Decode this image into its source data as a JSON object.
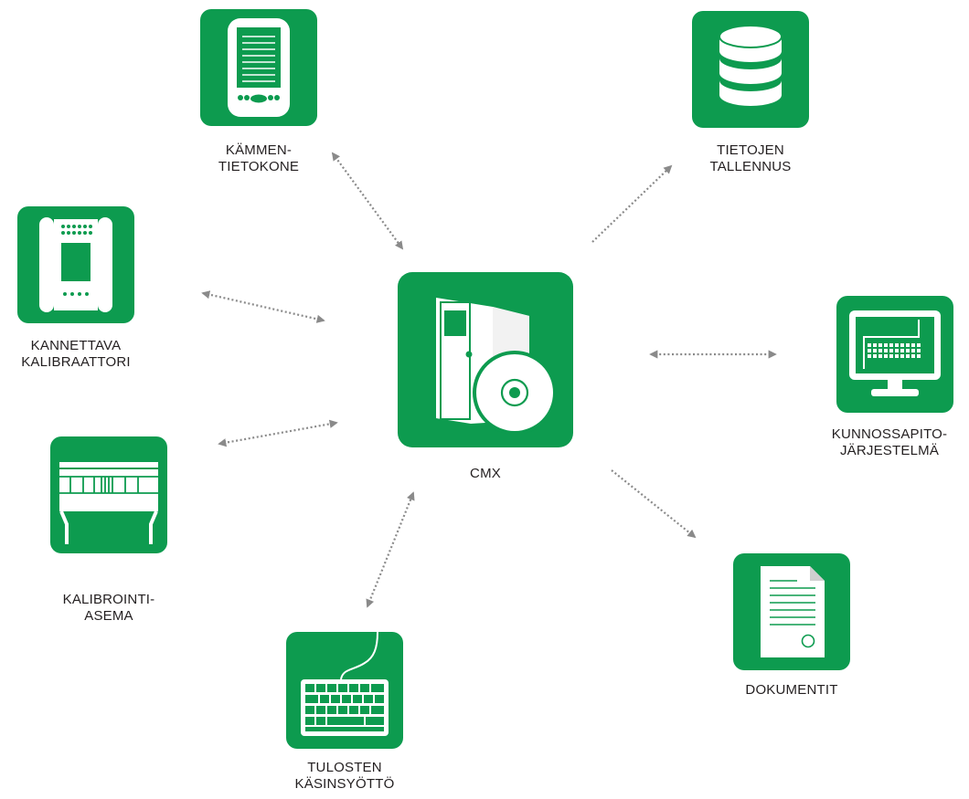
{
  "accent_color": "#0d9b4f",
  "arrow_color": "#8a8a8a",
  "hub": {
    "label": "CMX",
    "icon": "server-with-disc-icon"
  },
  "nodes": [
    {
      "id": "handheld",
      "lines": [
        "KÄMMEN-",
        "TIETOKONE"
      ],
      "icon": "handheld-computer-icon",
      "direction": "bidirectional"
    },
    {
      "id": "storage",
      "lines": [
        "TIETOJEN",
        "TALLENNUS"
      ],
      "icon": "database-icon",
      "direction": "from-hub"
    },
    {
      "id": "calibrator",
      "lines": [
        "KANNETTAVA",
        "KALIBRAATTORI"
      ],
      "icon": "portable-calibrator-icon",
      "direction": "bidirectional"
    },
    {
      "id": "maintenance",
      "lines": [
        "KUNNOSSAPITO-",
        "JÄRJESTELMÄ"
      ],
      "icon": "monitor-icon",
      "direction": "bidirectional"
    },
    {
      "id": "station",
      "lines": [
        "KALIBROINTI-",
        "ASEMA"
      ],
      "icon": "calibration-station-icon",
      "direction": "bidirectional"
    },
    {
      "id": "documents",
      "lines": [
        "DOKUMENTIT"
      ],
      "icon": "document-icon",
      "direction": "from-hub"
    },
    {
      "id": "keyboard",
      "lines": [
        "TULOSTEN",
        "KÄSINSYÖTTÖ"
      ],
      "icon": "keyboard-icon",
      "direction": "bidirectional"
    }
  ]
}
